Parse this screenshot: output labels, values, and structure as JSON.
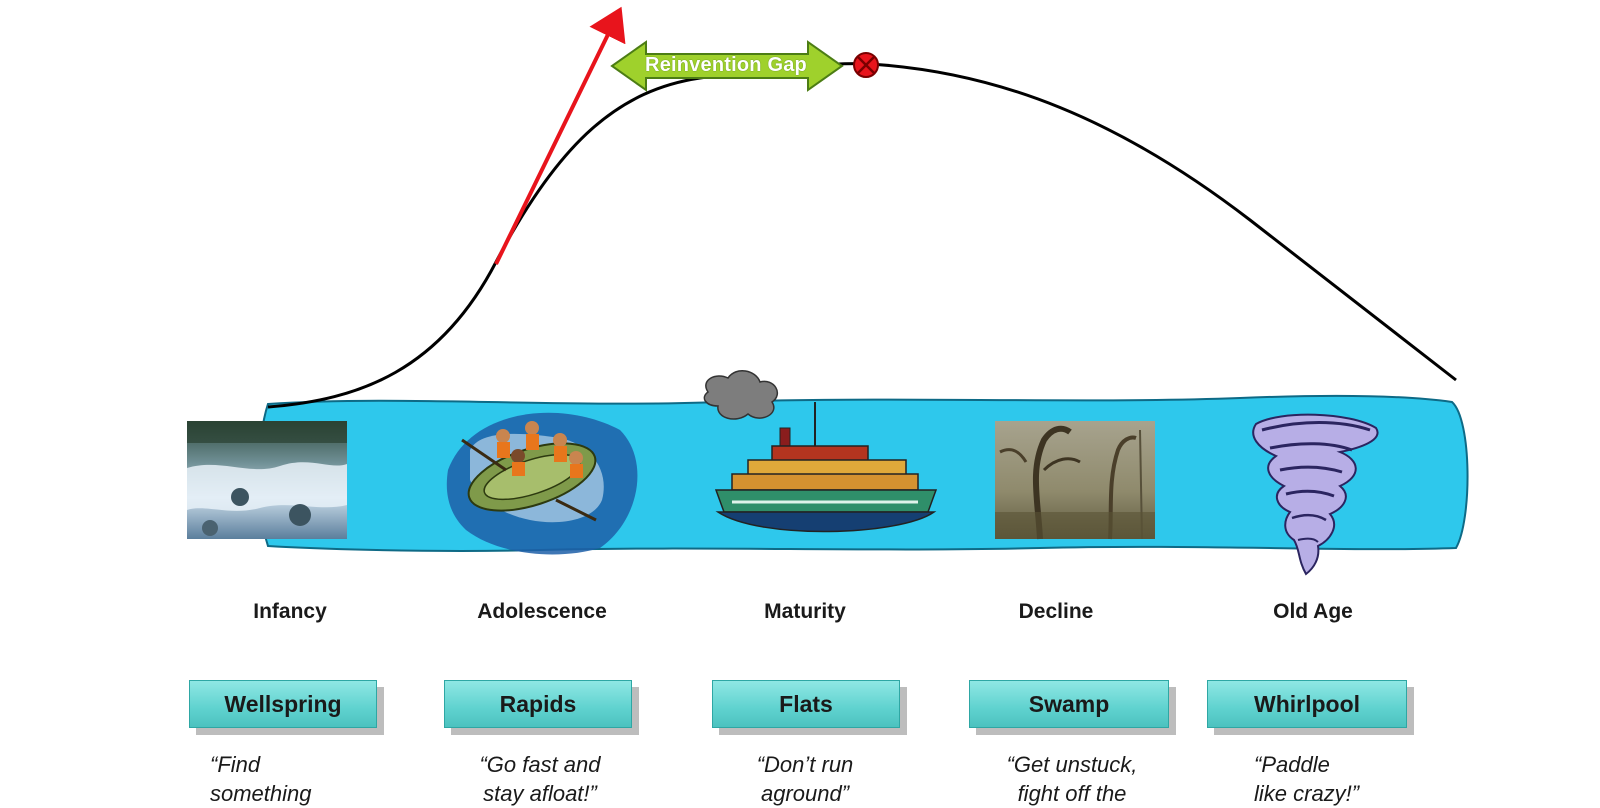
{
  "gap_label": "Reinvention Gap",
  "colors": {
    "river": "#2ec8ec",
    "curve": "#000000",
    "growth_arrow": "#e8141c",
    "gap_arrow": "#9fd12c",
    "marker": "#e8141c",
    "chip": "#5fd2cf"
  },
  "stages": [
    {
      "name": "Infancy",
      "metaphor": "Wellspring",
      "quote": "“Find\nsomething"
    },
    {
      "name": "Adolescence",
      "metaphor": "Rapids",
      "quote": "“Go fast and\nstay afloat!”"
    },
    {
      "name": "Maturity",
      "metaphor": "Flats",
      "quote": "“Don’t run\naground”"
    },
    {
      "name": "Decline",
      "metaphor": "Swamp",
      "quote": "“Get unstuck,\nfight off the"
    },
    {
      "name": "Old Age",
      "metaphor": "Whirlpool",
      "quote": "“Paddle\nlike crazy!”"
    }
  ],
  "icons": [
    "waterfall-photo",
    "raft-illustration",
    "steamboat-illustration",
    "swamp-photo",
    "tornado-illustration"
  ]
}
